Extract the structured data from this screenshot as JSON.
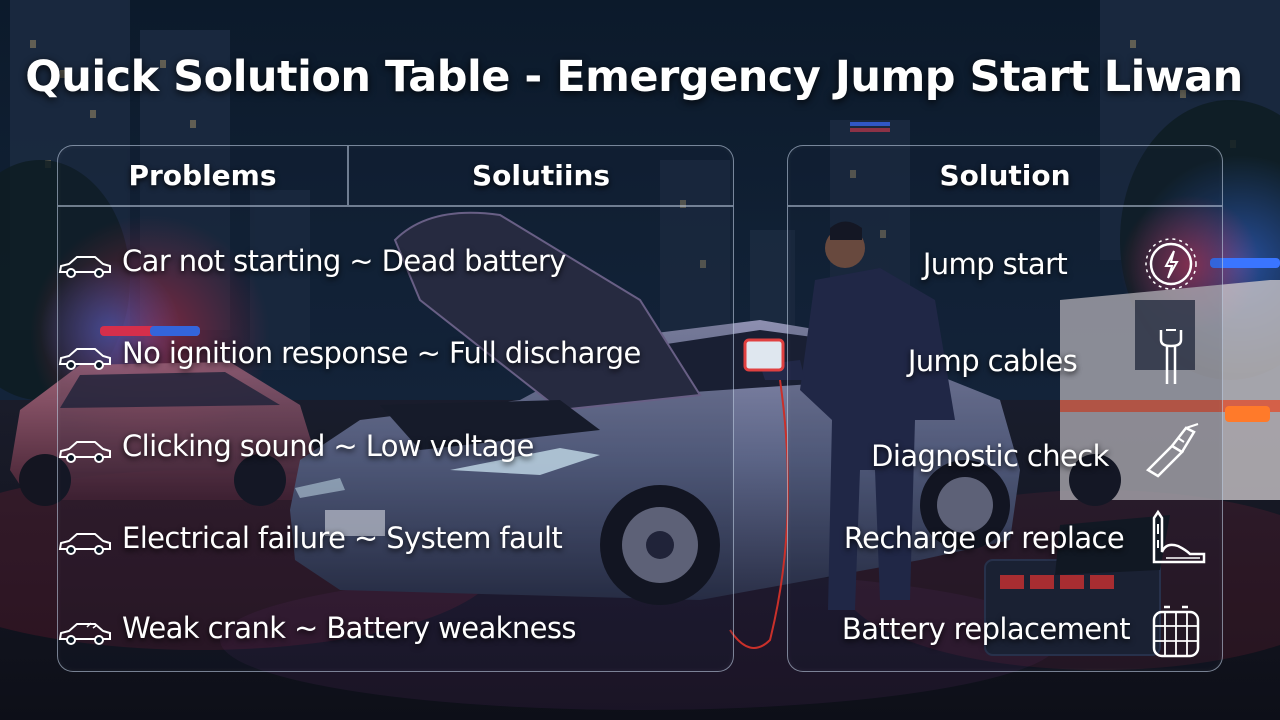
{
  "title": "Quick Solution Table - Emergency Jump Start Liwan",
  "headers": {
    "problems": "Problems",
    "solutions": "Solutiins",
    "solution": "Solution"
  },
  "rows": [
    {
      "problem": "Car not starting ~ Dead battery",
      "icon": "car-icon"
    },
    {
      "problem": "No ignition response ~ Full discharge",
      "icon": "car-icon"
    },
    {
      "problem": "Clicking sound  ~  Low voltage",
      "icon": "car-icon"
    },
    {
      "problem": "Electrical failure ~ System fault",
      "icon": "car-icon"
    },
    {
      "problem": "Weak crank ~ Battery weakness",
      "icon": "car-icon"
    }
  ],
  "solutions": [
    {
      "label": "Jump start",
      "icon": "gauge-bolt-icon"
    },
    {
      "label": "Jump cables",
      "icon": "wrench-icon"
    },
    {
      "label": "Diagnostic check",
      "icon": "jumper-clamp-icon"
    },
    {
      "label": "Recharge or replace",
      "icon": "battery-charger-icon"
    },
    {
      "label": "Battery replacement",
      "icon": "battery-grid-icon"
    }
  ],
  "colors": {
    "text": "#ffffff",
    "panel_border": "#cddcf0",
    "night_sky": "#0b1624",
    "police_red": "#e0213a",
    "police_blue": "#2f6dff"
  }
}
